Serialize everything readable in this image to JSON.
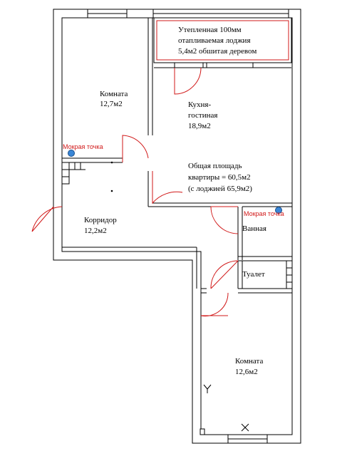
{
  "rooms": {
    "room1_name": "Комната",
    "room1_area": "12,7м2",
    "loggia_line1": "Утепленная 100мм",
    "loggia_line2": "отапливаемая лоджия",
    "loggia_line3": "5,4м2 обшитая деревом",
    "kitchen_line1": "Кухня-",
    "kitchen_line2": "гостиная",
    "kitchen_area": "18,9м2",
    "total_line1": "Общая площадь",
    "total_line2": "квартиры = 60,5м2",
    "total_line3": "(с лоджией 65,9м2)",
    "corridor_name": "Корридор",
    "corridor_area": "12,2м2",
    "bath_name": "Ванная",
    "toilet_name": "Туалет",
    "room2_name": "Комната",
    "room2_area": "12,6м2"
  },
  "markers": {
    "wet_point_1": "Мокрая точка",
    "wet_point_2": "Мокрая точка"
  },
  "colors": {
    "wall": "#000000",
    "door_arc": "#d11919",
    "wet_point": "#3a86d6"
  }
}
